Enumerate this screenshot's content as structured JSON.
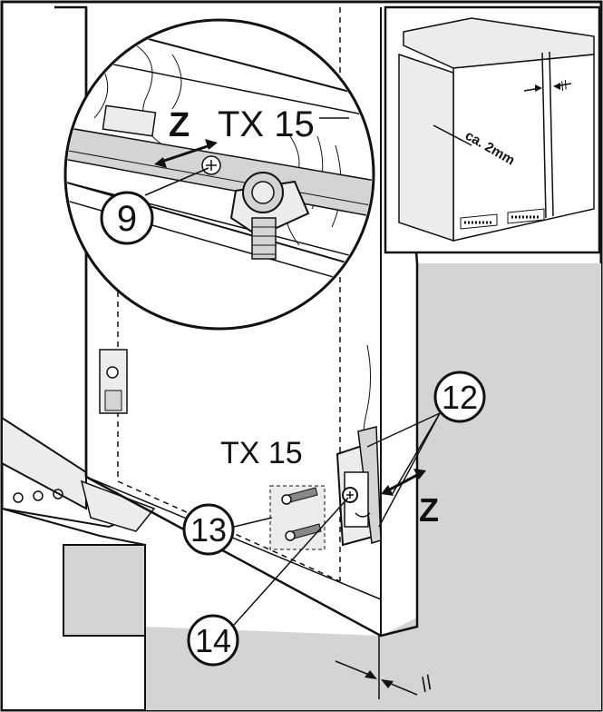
{
  "labels": {
    "tx_top": "TX 15",
    "tx_bottom": "TX 15",
    "z_top": "Z",
    "z_bottom": "Z",
    "gap": "ca. 2mm",
    "parallel_top": "//",
    "parallel_bottom": "//"
  },
  "callouts": {
    "c9": "9",
    "c12": "12",
    "c13": "13",
    "c14": "14"
  },
  "colors": {
    "line": "#111111",
    "grey_fill": "#d4d4d4",
    "light_fill": "#ececec",
    "white": "#ffffff"
  }
}
